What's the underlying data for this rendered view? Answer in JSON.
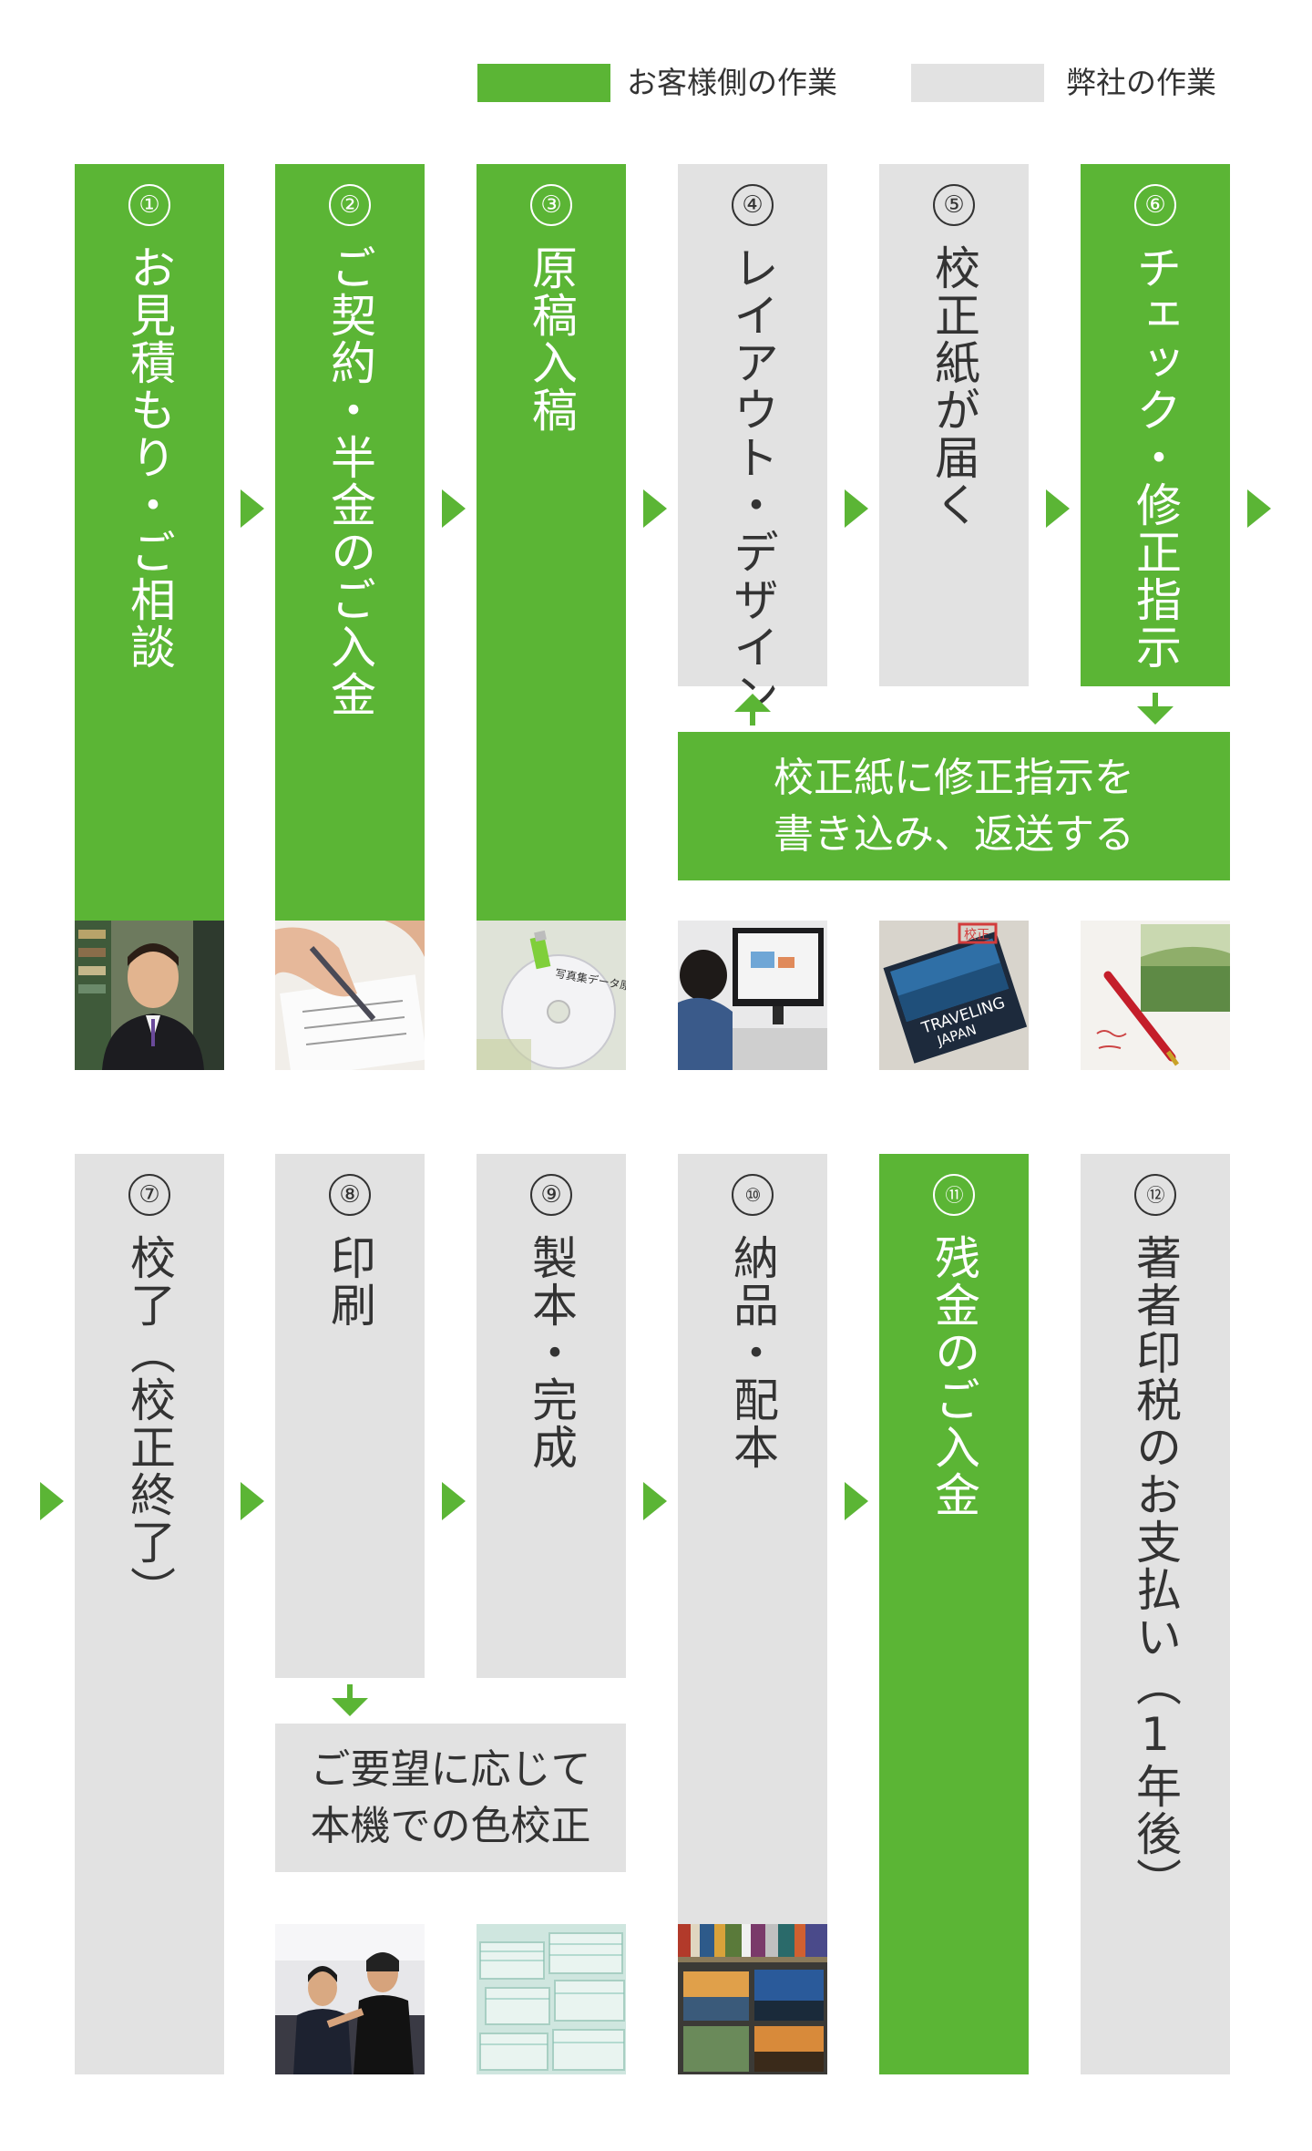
{
  "legend": {
    "customer": {
      "label": "お客様側の作業",
      "color": "#5bb535"
    },
    "company": {
      "label": "弊社の作業",
      "color": "#e2e2e2"
    }
  },
  "steps": [
    {
      "num": "①",
      "label": "お見積もり・ご相談",
      "role": "customer"
    },
    {
      "num": "②",
      "label": "ご契約・半金のご入金",
      "role": "customer"
    },
    {
      "num": "③",
      "label": "原稿入稿",
      "role": "customer"
    },
    {
      "num": "④",
      "label": "レイアウト・デザイン",
      "role": "company"
    },
    {
      "num": "⑤",
      "label": "校正紙が届く",
      "role": "company"
    },
    {
      "num": "⑥",
      "label": "チェック・修正指示",
      "role": "customer"
    },
    {
      "num": "⑦",
      "label": "校了（校正終了）",
      "role": "company"
    },
    {
      "num": "⑧",
      "label": "印刷",
      "role": "company"
    },
    {
      "num": "⑨",
      "label": "製本・完成",
      "role": "company"
    },
    {
      "num": "⑩",
      "label": "納品・配本",
      "role": "company"
    },
    {
      "num": "⑪",
      "label": "残金のご入金",
      "role": "customer"
    },
    {
      "num": "⑫",
      "label": "著者印税のお支払い（1年後）",
      "role": "company"
    }
  ],
  "notes": {
    "proof_return": {
      "line1": "校正紙に修正指示を",
      "line2": "書き込み、返送する"
    },
    "color_proof": {
      "line1": "ご要望に応じて",
      "line2": "本機での色校正"
    }
  },
  "photos": [
    {
      "icon": "consultant-photo-icon"
    },
    {
      "icon": "contract-signing-photo-icon"
    },
    {
      "icon": "usb-disc-photo-icon",
      "caption": "写真集データ原稿"
    },
    {
      "icon": "designer-monitor-photo-icon"
    },
    {
      "icon": "proof-book-photo-icon",
      "caption1": "TRAVELING",
      "caption2": "JAPAN",
      "stamp": "校正"
    },
    {
      "icon": "proof-check-photo-icon"
    },
    {
      "icon": "press-workers-photo-icon"
    },
    {
      "icon": "bound-books-photo-icon"
    },
    {
      "icon": "delivered-books-photo-icon"
    }
  ]
}
